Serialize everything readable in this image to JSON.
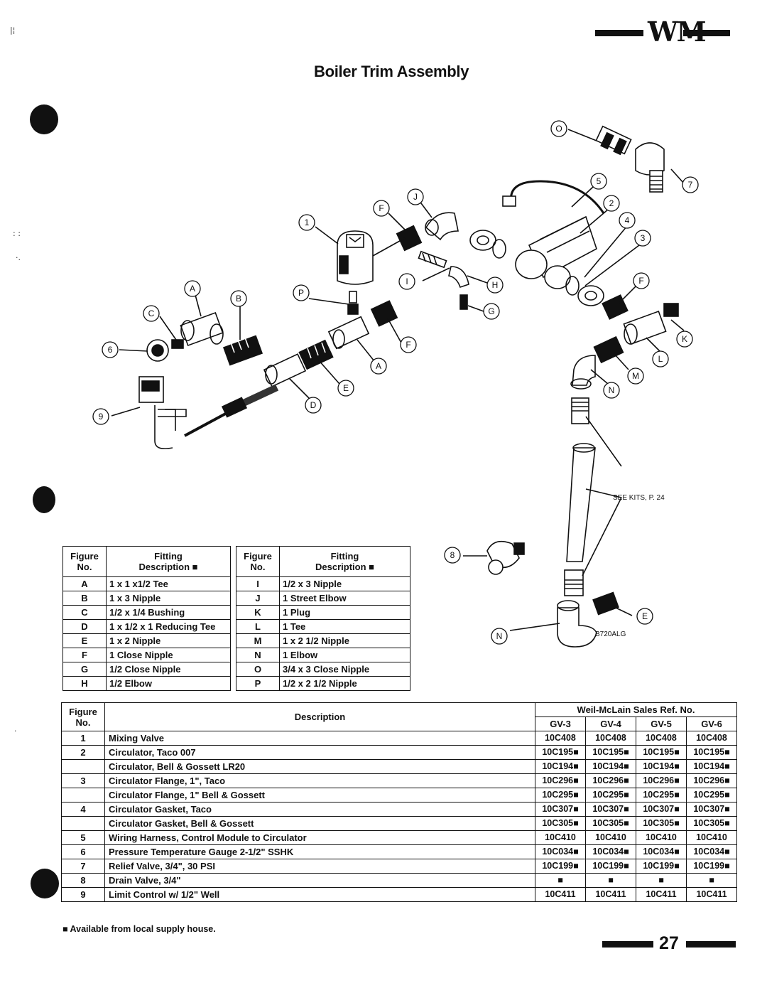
{
  "header": {
    "logo_text": "WM",
    "page_title": "Boiler Trim Assembly"
  },
  "diagram": {
    "callouts": {
      "c1": "1",
      "c2": "2",
      "c3": "3",
      "c4": "4",
      "c5": "5",
      "c6": "6",
      "c7": "7",
      "c8": "8",
      "c9": "9",
      "A1": "A",
      "A2": "A",
      "B": "B",
      "C": "C",
      "D": "D",
      "E1": "E",
      "E2": "E",
      "F1": "F",
      "F2": "F",
      "F3": "F",
      "G": "G",
      "H": "H",
      "I": "I",
      "J": "J",
      "K": "K",
      "L": "L",
      "M": "M",
      "N1": "N",
      "N2": "N",
      "O": "O",
      "P": "P"
    },
    "see_kits": "SEE KITS, P. 24",
    "drawing_code": "B720ALG"
  },
  "fittings_left": {
    "header_fig": [
      "Figure",
      "No."
    ],
    "header_desc": [
      "Fitting",
      "Description ■"
    ],
    "rows": [
      {
        "code": "A",
        "desc": "1 x 1 x1/2 Tee"
      },
      {
        "code": "B",
        "desc": "1 x 3 Nipple"
      },
      {
        "code": "C",
        "desc": "1/2 x 1/4 Bushing"
      },
      {
        "code": "D",
        "desc": "1 x 1/2 x 1 Reducing Tee"
      },
      {
        "code": "E",
        "desc": "1 x 2 Nipple"
      },
      {
        "code": "F",
        "desc": "1 Close Nipple"
      },
      {
        "code": "G",
        "desc": "1/2 Close Nipple"
      },
      {
        "code": "H",
        "desc": "1/2 Elbow"
      }
    ]
  },
  "fittings_right": {
    "header_fig": [
      "Figure",
      "No."
    ],
    "header_desc": [
      "Fitting",
      "Description ■"
    ],
    "rows": [
      {
        "code": "I",
        "desc": "1/2 x 3 Nipple"
      },
      {
        "code": "J",
        "desc": "1 Street Elbow"
      },
      {
        "code": "K",
        "desc": "1 Plug"
      },
      {
        "code": "L",
        "desc": "1 Tee"
      },
      {
        "code": "M",
        "desc": "1 x 2 1/2  Nipple"
      },
      {
        "code": "N",
        "desc": "1 Elbow"
      },
      {
        "code": "O",
        "desc": "3/4 x 3 Close Nipple"
      },
      {
        "code": "P",
        "desc": "1/2 x 2  1/2 Nipple"
      }
    ]
  },
  "parts_table": {
    "header_fig": [
      "Figure",
      "No."
    ],
    "header_desc": "Description",
    "header_group": "Weil-McLain Sales Ref. No.",
    "models": [
      "GV-3",
      "GV-4",
      "GV-5",
      "GV-6"
    ],
    "rows": [
      {
        "fig": "1",
        "desc": "Mixing Valve",
        "refs": [
          "10C408",
          "10C408",
          "10C408",
          "10C408"
        ]
      },
      {
        "fig": "2",
        "desc": "Circulator, Taco 007",
        "refs": [
          "10C195■",
          "10C195■",
          "10C195■",
          "10C195■"
        ]
      },
      {
        "fig": "",
        "desc": "Circulator, Bell & Gossett LR20",
        "refs": [
          "10C194■",
          "10C194■",
          "10C194■",
          "10C194■"
        ]
      },
      {
        "fig": "3",
        "desc": "Circulator Flange, 1\", Taco",
        "refs": [
          "10C296■",
          "10C296■",
          "10C296■",
          "10C296■"
        ]
      },
      {
        "fig": "",
        "desc": "Circulator Flange, 1\" Bell & Gossett",
        "refs": [
          "10C295■",
          "10C295■",
          "10C295■",
          "10C295■"
        ]
      },
      {
        "fig": "4",
        "desc": "Circulator Gasket, Taco",
        "refs": [
          "10C307■",
          "10C307■",
          "10C307■",
          "10C307■"
        ]
      },
      {
        "fig": "",
        "desc": "Circulator Gasket, Bell & Gossett",
        "refs": [
          "10C305■",
          "10C305■",
          "10C305■",
          "10C305■"
        ]
      },
      {
        "fig": "5",
        "desc": "Wiring Harness, Control Module to Circulator",
        "refs": [
          "10C410",
          "10C410",
          "10C410",
          "10C410"
        ]
      },
      {
        "fig": "6",
        "desc": "Pressure Temperature Gauge 2-1/2\" SSHK",
        "refs": [
          "10C034■",
          "10C034■",
          "10C034■",
          "10C034■"
        ]
      },
      {
        "fig": "7",
        "desc": "Relief Valve, 3/4\", 30 PSI",
        "refs": [
          "10C199■",
          "10C199■",
          "10C199■",
          "10C199■"
        ]
      },
      {
        "fig": "8",
        "desc": "Drain Valve, 3/4\"",
        "refs": [
          "■",
          "■",
          "■",
          "■"
        ]
      },
      {
        "fig": "9",
        "desc": "Limit Control w/  1/2\" Well",
        "refs": [
          "10C411",
          "10C411",
          "10C411",
          "10C411"
        ]
      }
    ]
  },
  "footnote": "■ Available from local supply house.",
  "page_number": "27"
}
